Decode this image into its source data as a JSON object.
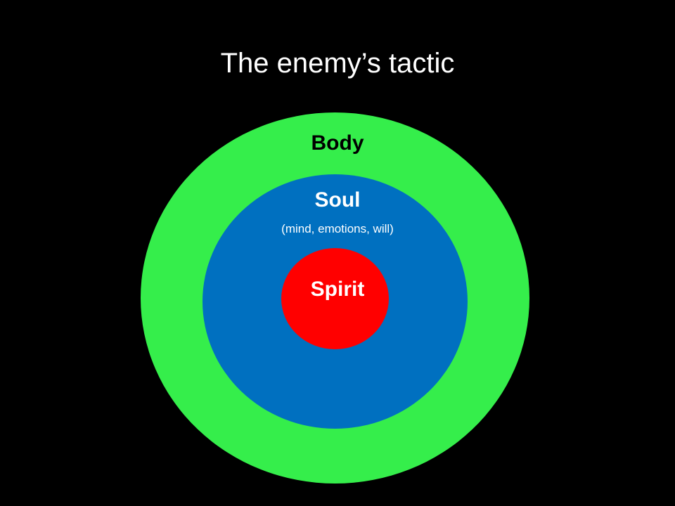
{
  "slide": {
    "title": "The enemy’s tactic"
  },
  "diagram": {
    "layers": {
      "body": {
        "label": "Body",
        "color": "#35ee4b",
        "label_color": "#000000"
      },
      "soul": {
        "label": "Soul",
        "sublabel": "(mind, emotions, will)",
        "color": "#0070c0",
        "label_color": "#ffffff"
      },
      "spirit": {
        "label": "Spirit",
        "color": "#ff0000",
        "label_color": "#ffffff"
      }
    },
    "background_color": "#000000"
  }
}
